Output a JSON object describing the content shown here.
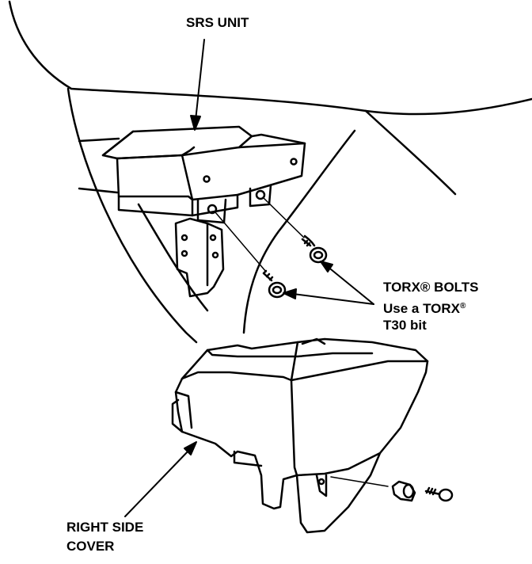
{
  "labels": {
    "srs_unit": "SRS UNIT",
    "torx_bolts": "TORX® BOLTS",
    "torx_use_prefix": "Use a TORX",
    "torx_reg": "®",
    "torx_bit": "T30 bit",
    "right_side": "RIGHT SIDE",
    "cover": "COVER"
  },
  "colors": {
    "ink": "#000000",
    "paper": "#ffffff"
  }
}
